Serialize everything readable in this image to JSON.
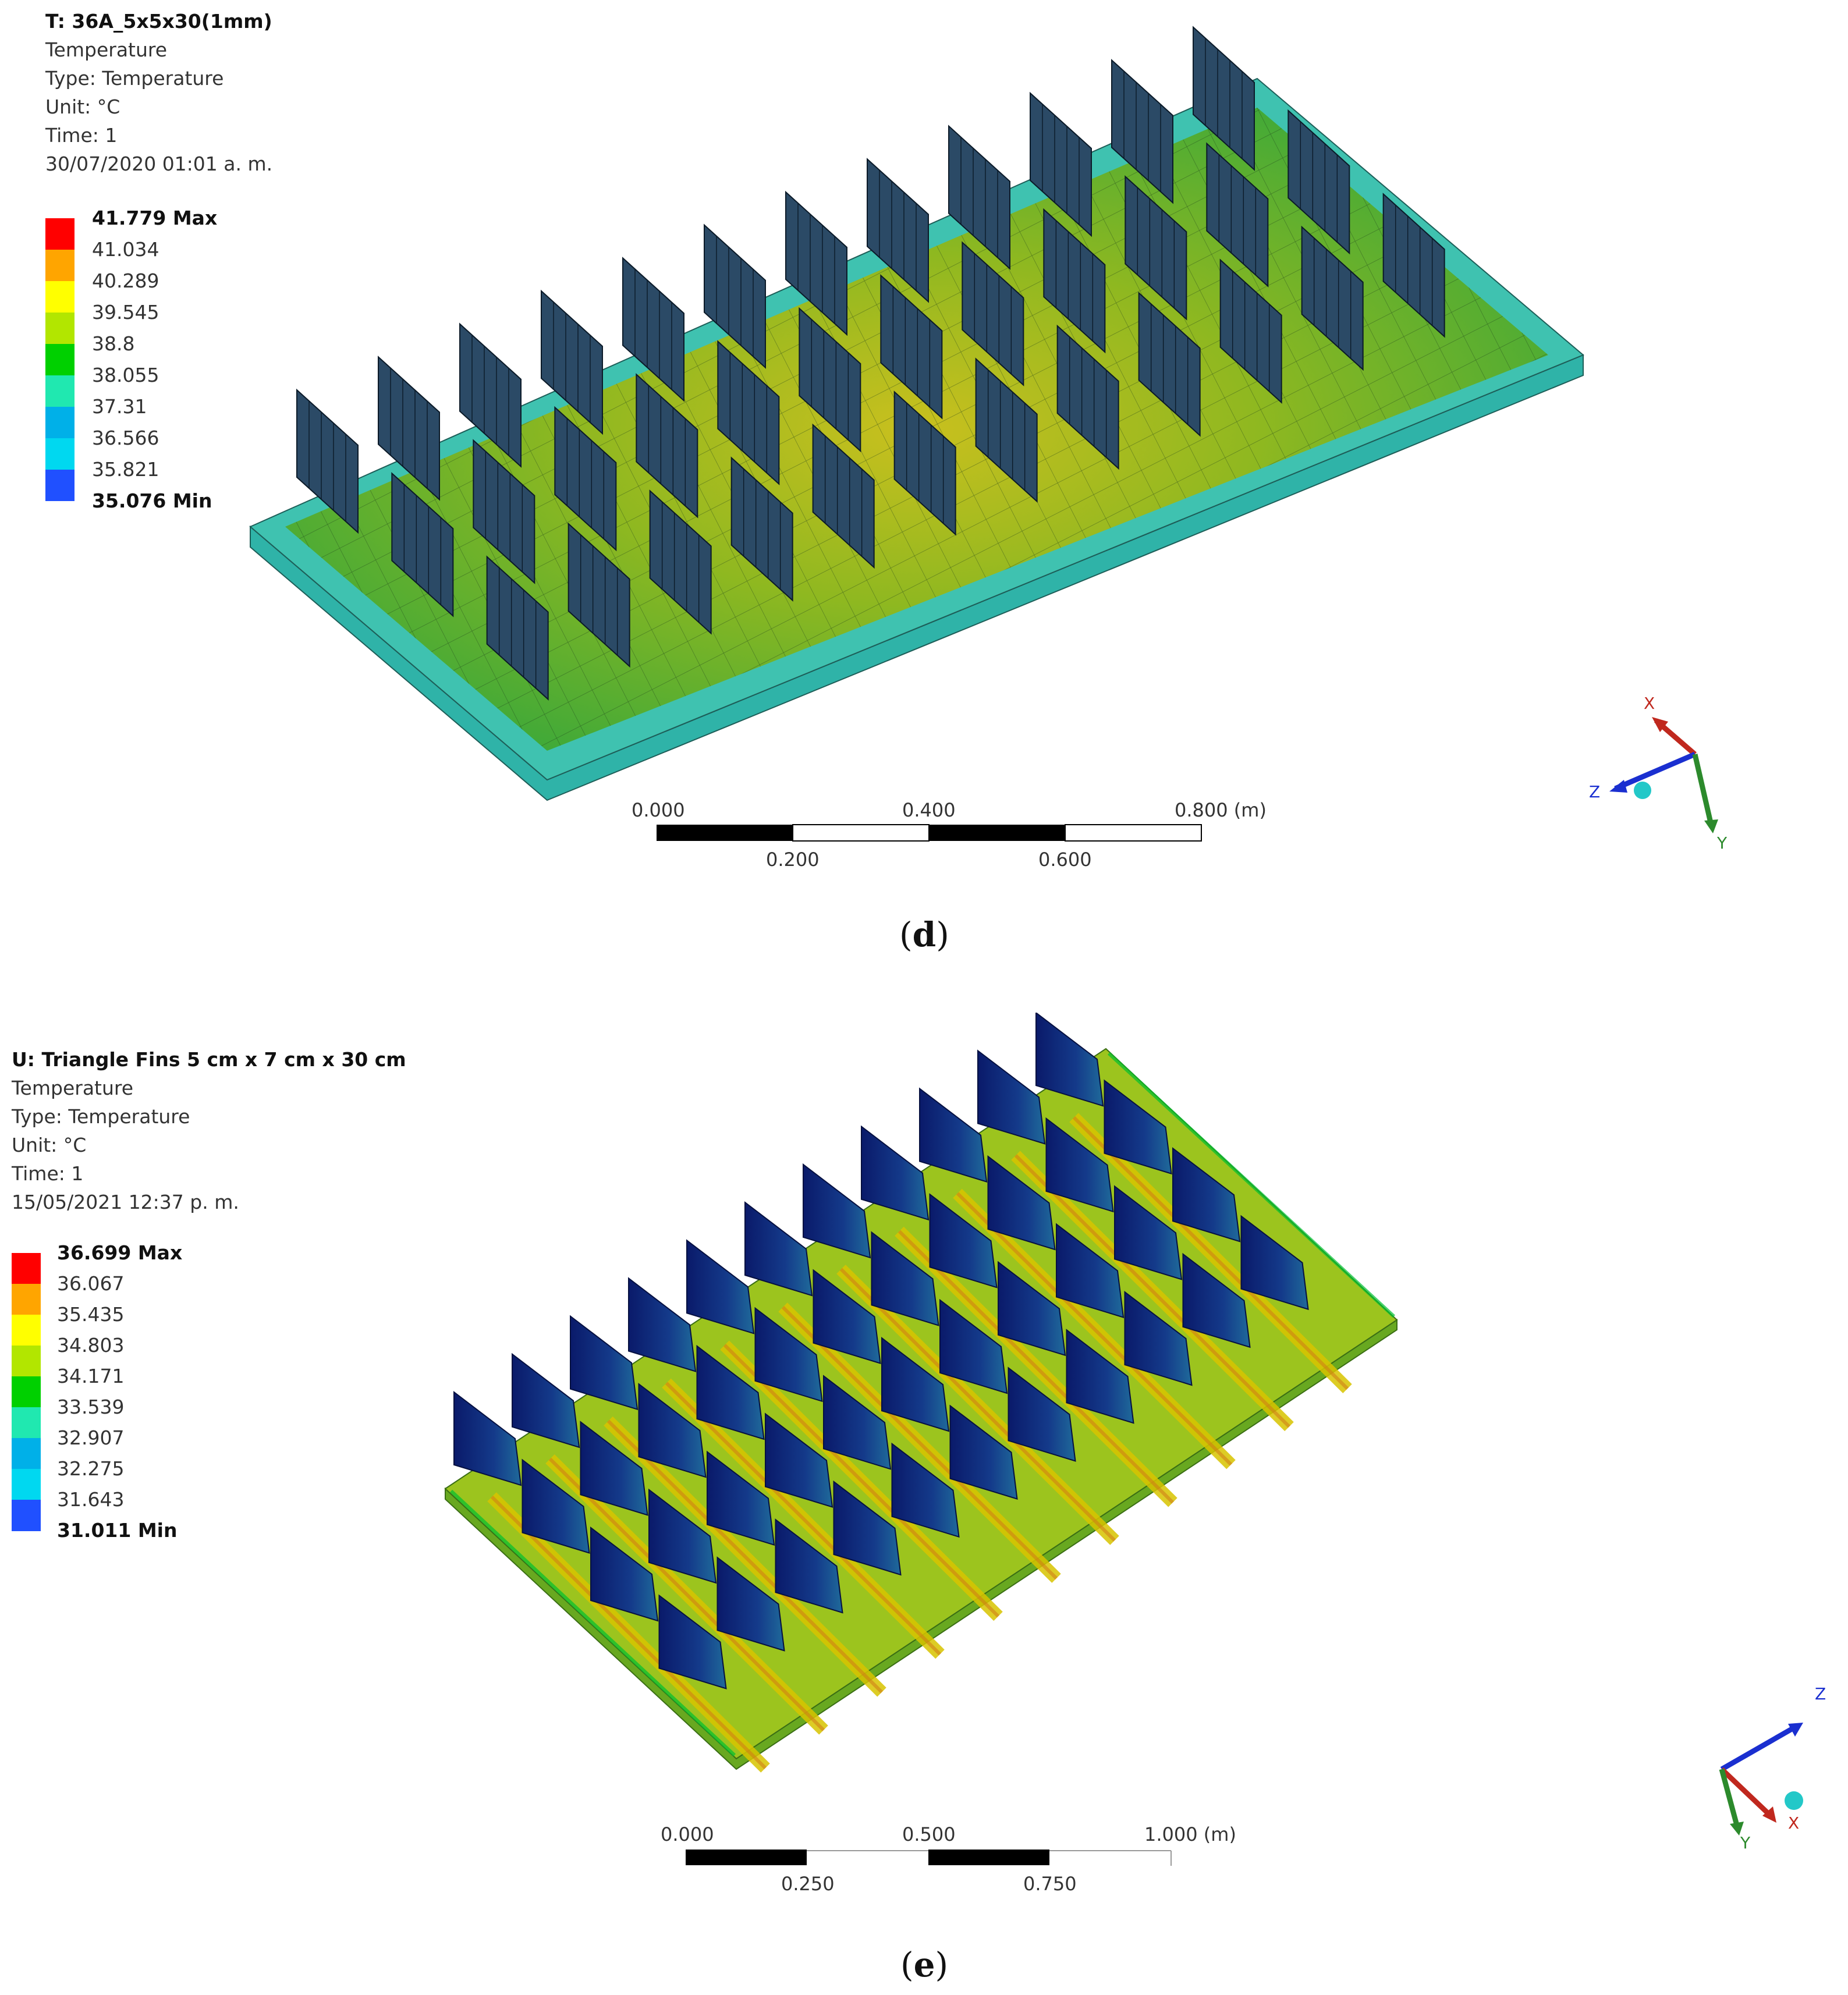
{
  "panel_d": {
    "title": "T: 36A_5x5x30(1mm)",
    "lines": [
      "Temperature",
      "Type: Temperature",
      "Unit: °C",
      "Time: 1",
      "30/07/2020 01:01 a. m."
    ],
    "legend": {
      "labels": [
        "41.779 Max",
        "41.034",
        "40.289",
        "39.545",
        "38.8",
        "38.055",
        "37.31",
        "36.566",
        "35.821",
        "35.076 Min"
      ],
      "colors": [
        "#ff0000",
        "#ffa500",
        "#ffff00",
        "#b2e600",
        "#00d000",
        "#20e8b0",
        "#00b0e8",
        "#00d8f0",
        "#2050ff",
        "#0000c8"
      ]
    },
    "scale": {
      "top_labels": [
        "0.000",
        "0.400",
        "0.800 (m)"
      ],
      "bottom_labels": [
        "0.200",
        "0.600"
      ]
    },
    "triad": {
      "x": "X",
      "y": "Y",
      "z": "Z"
    },
    "caption": "d"
  },
  "panel_e": {
    "title": "U: Triangle Fins 5 cm x 7 cm x 30 cm",
    "lines": [
      "Temperature",
      "Type: Temperature",
      "Unit: °C",
      "Time: 1",
      "15/05/2021 12:37 p. m."
    ],
    "legend": {
      "labels": [
        "36.699 Max",
        "36.067",
        "35.435",
        "34.803",
        "34.171",
        "33.539",
        "32.907",
        "32.275",
        "31.643",
        "31.011 Min"
      ],
      "colors": [
        "#ff0000",
        "#ffa500",
        "#ffff00",
        "#b2e600",
        "#00d000",
        "#20e8b0",
        "#00b0e8",
        "#00d8f0",
        "#2050ff",
        "#0000c8"
      ]
    },
    "scale": {
      "top_labels": [
        "0.000",
        "0.500",
        "1.000 (m)"
      ],
      "bottom_labels": [
        "0.250",
        "0.750"
      ]
    },
    "triad": {
      "x": "X",
      "y": "Y",
      "z": "Z"
    },
    "caption": "e"
  }
}
